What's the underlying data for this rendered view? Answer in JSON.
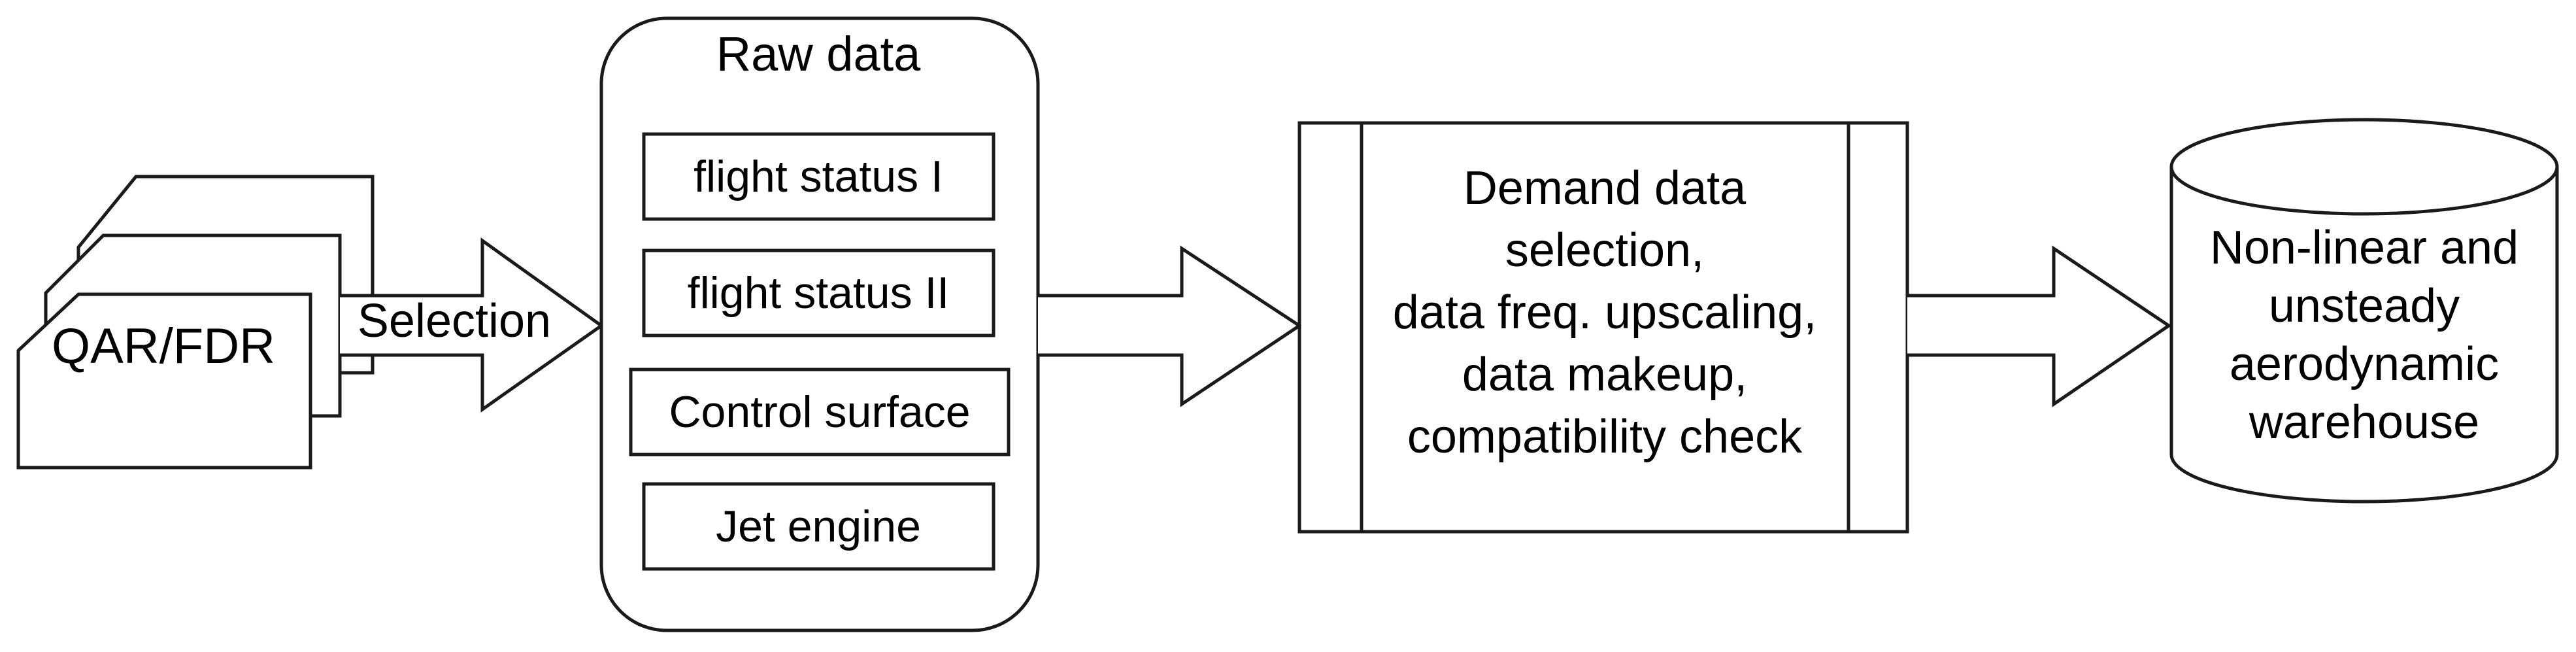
{
  "source": {
    "label": "QAR/FDR"
  },
  "arrow_selection": {
    "label": "Selection"
  },
  "raw_data": {
    "title": "Raw data",
    "items": [
      {
        "label": "flight status I"
      },
      {
        "label": "flight status II"
      },
      {
        "label": "Control surface"
      },
      {
        "label": "Jet engine"
      }
    ]
  },
  "process": {
    "lines": [
      "Demand data",
      "selection,",
      "data freq. upscaling,",
      "data makeup,",
      "compatibility check"
    ]
  },
  "warehouse": {
    "lines": [
      "Non-linear and",
      "unsteady",
      "aerodynamic",
      "warehouse"
    ]
  },
  "colors": {
    "stroke": "#1a1a1a",
    "background": "#ffffff"
  }
}
